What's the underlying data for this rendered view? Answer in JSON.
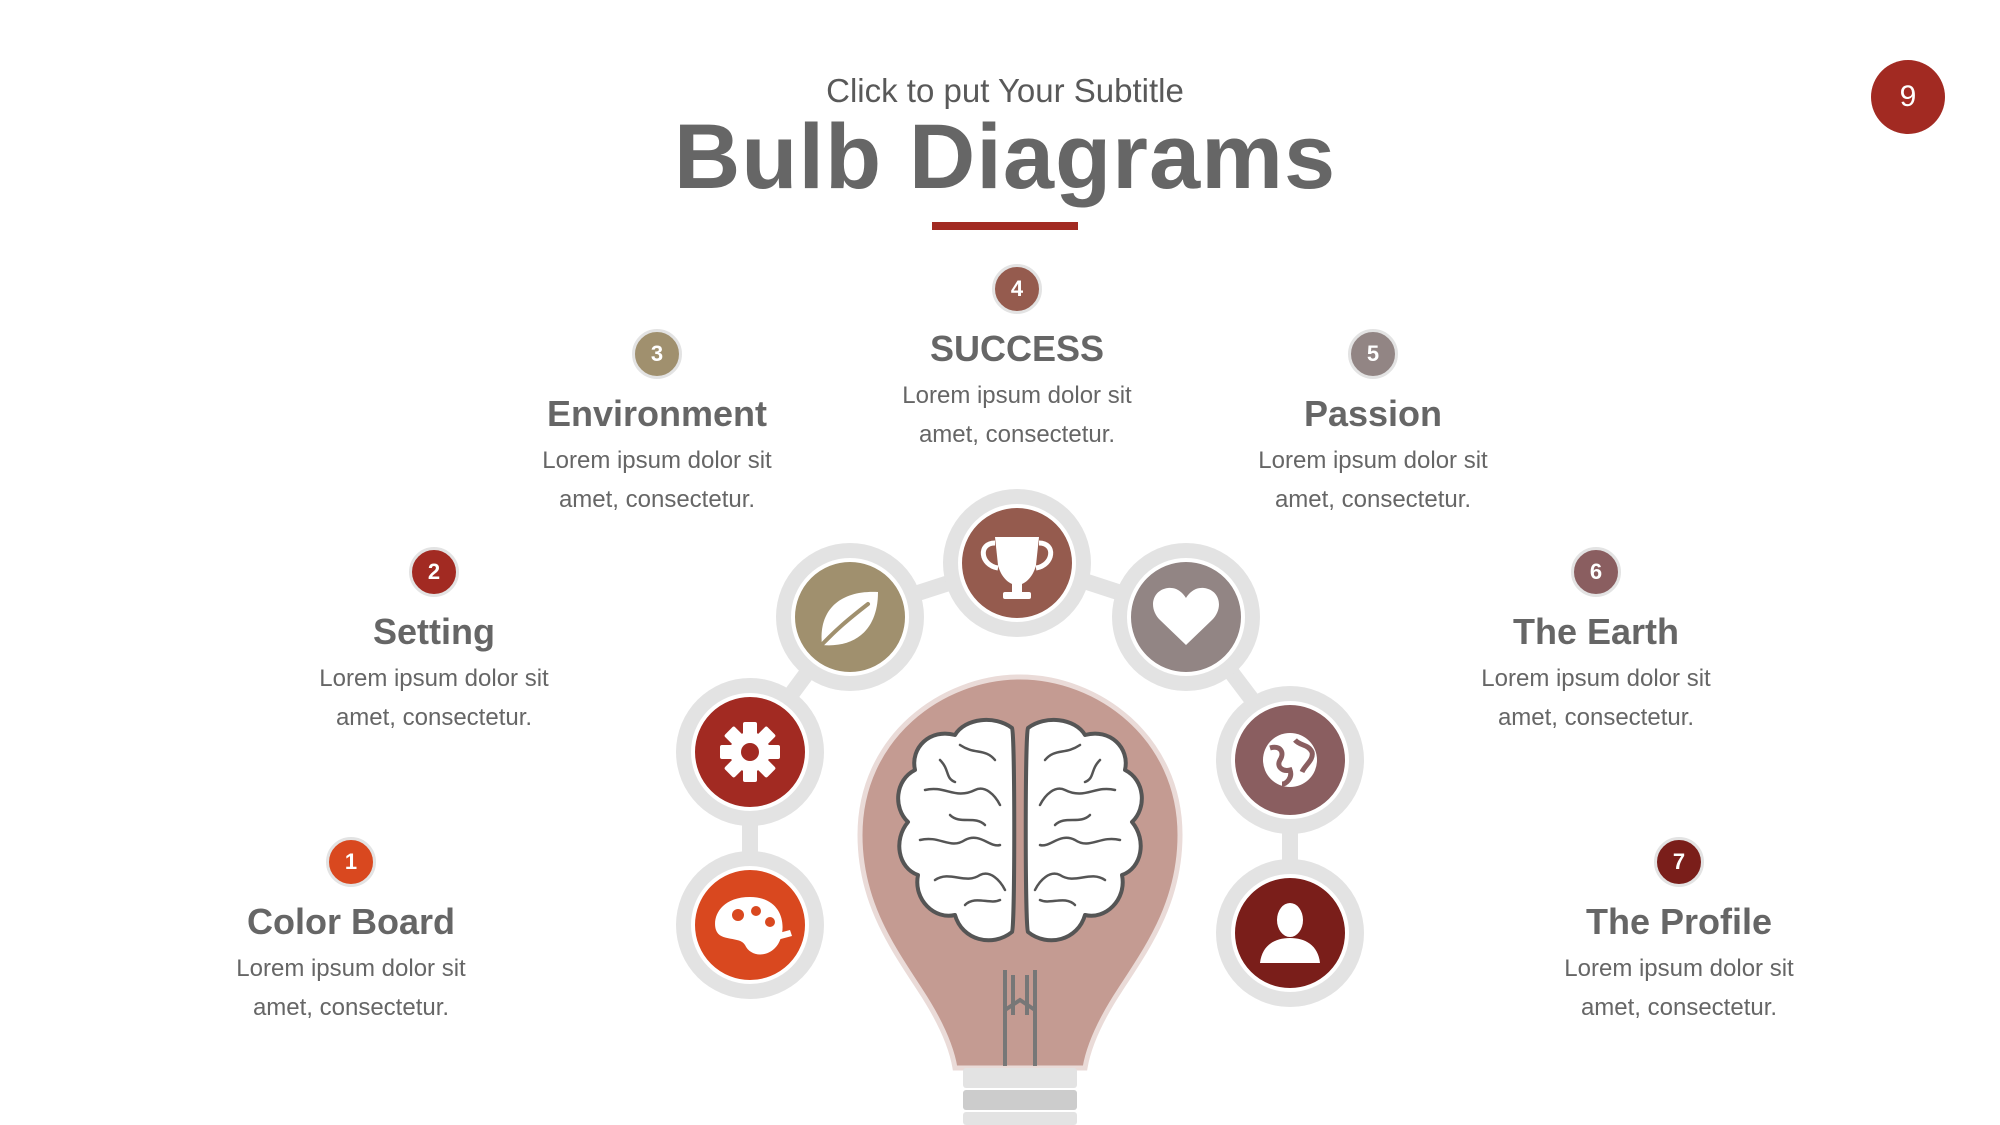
{
  "header": {
    "subtitle": "Click to put Your Subtitle",
    "title": "Bulb Diagrams",
    "page_number": "9"
  },
  "colors": {
    "accent": "#a22a22",
    "bulb": "#c49b92",
    "ring": "#e3e3e3",
    "text": "#666666"
  },
  "items": [
    {
      "num": "1",
      "title": "Color Board",
      "desc": "Lorem ipsum dolor sit amet, consectetur.",
      "color": "#d9481f",
      "icon": "palette-icon"
    },
    {
      "num": "2",
      "title": "Setting",
      "desc": "Lorem ipsum dolor sit amet, consectetur.",
      "color": "#a22a22",
      "icon": "gear-icon"
    },
    {
      "num": "3",
      "title": "Environment",
      "desc": "Lorem ipsum dolor sit amet, consectetur.",
      "color": "#a0906e",
      "icon": "leaf-icon"
    },
    {
      "num": "4",
      "title": "SUCCESS",
      "desc": "Lorem ipsum dolor sit amet, consectetur.",
      "color": "#955b4e",
      "icon": "trophy-icon"
    },
    {
      "num": "5",
      "title": "Passion",
      "desc": "Lorem ipsum dolor sit amet, consectetur.",
      "color": "#928584",
      "icon": "heart-icon"
    },
    {
      "num": "6",
      "title": "The Earth",
      "desc": "Lorem ipsum dolor sit amet, consectetur.",
      "color": "#8a5e60",
      "icon": "globe-icon"
    },
    {
      "num": "7",
      "title": "The Profile",
      "desc": "Lorem ipsum dolor sit amet, consectetur.",
      "color": "#7a1e1a",
      "icon": "user-icon"
    }
  ]
}
